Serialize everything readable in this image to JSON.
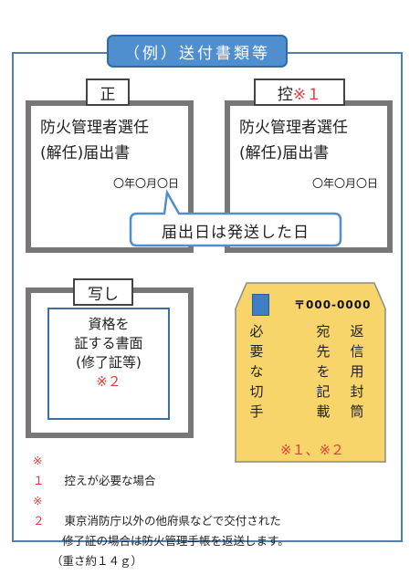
{
  "title": "（例）送付書類等",
  "doc_original": {
    "label": "正",
    "line1": "防火管理者選任",
    "line2": "(解任)届出書",
    "date": "〇年〇月〇日"
  },
  "doc_copy": {
    "label": "控",
    "label_mark": "※１",
    "line1": "防火管理者選任",
    "line2": "(解任)届出書",
    "date": "〇年〇月〇日"
  },
  "callout": "届出日は発送した日",
  "photocopy": {
    "label": "写し",
    "line1": "資格を",
    "line2": "証する書面",
    "line3": "(修了証等)",
    "mark": "※２"
  },
  "envelope": {
    "postal_code": "〒000-0000",
    "columns": [
      "返信用封筒",
      "宛先を記載",
      "必要な切手"
    ],
    "note": "※１、※２",
    "fill_color": "#f8d56a"
  },
  "notes": [
    {
      "mark": "※１",
      "text": "控えが必要な場合"
    },
    {
      "mark": "※２",
      "text": "東京消防庁以外の他府県などで交付された"
    },
    {
      "mark": "",
      "text": "修了証の場合は防火管理手帳を返送します。"
    },
    {
      "mark": "",
      "text": "（重さ約１４ｇ）"
    }
  ],
  "colors": {
    "accent": "#4f8fcf",
    "frame": "#4f7fae",
    "mark": "#e23a3a"
  }
}
